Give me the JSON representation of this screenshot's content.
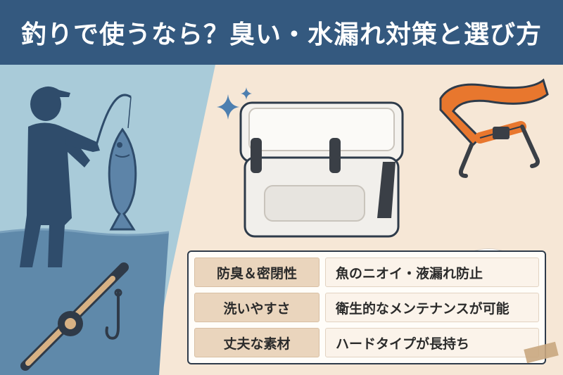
{
  "header": {
    "title": "釣りで使うなら？臭い・水漏れ対策と選び方"
  },
  "table": {
    "rows": [
      {
        "key": "防臭＆密閉性",
        "value": "魚のニオイ・液漏れ防止"
      },
      {
        "key": "洗いやすさ",
        "value": "衛生的なメンテナンスが可能"
      },
      {
        "key": "丈夫な素材",
        "value": "ハードタイプが長持ち"
      }
    ]
  },
  "colors": {
    "header_bg": "#34597f",
    "left_bg": "#a9cbd9",
    "right_bg": "#f6e7d6",
    "accent_orange": "#e8772e"
  },
  "icons": [
    "fisherman-illustration",
    "fish-icon",
    "fishing-rod-icon",
    "hook-icon",
    "cooler-box-illustration",
    "sparkle-icon",
    "shoulder-strap-icon",
    "sponge-icon"
  ]
}
